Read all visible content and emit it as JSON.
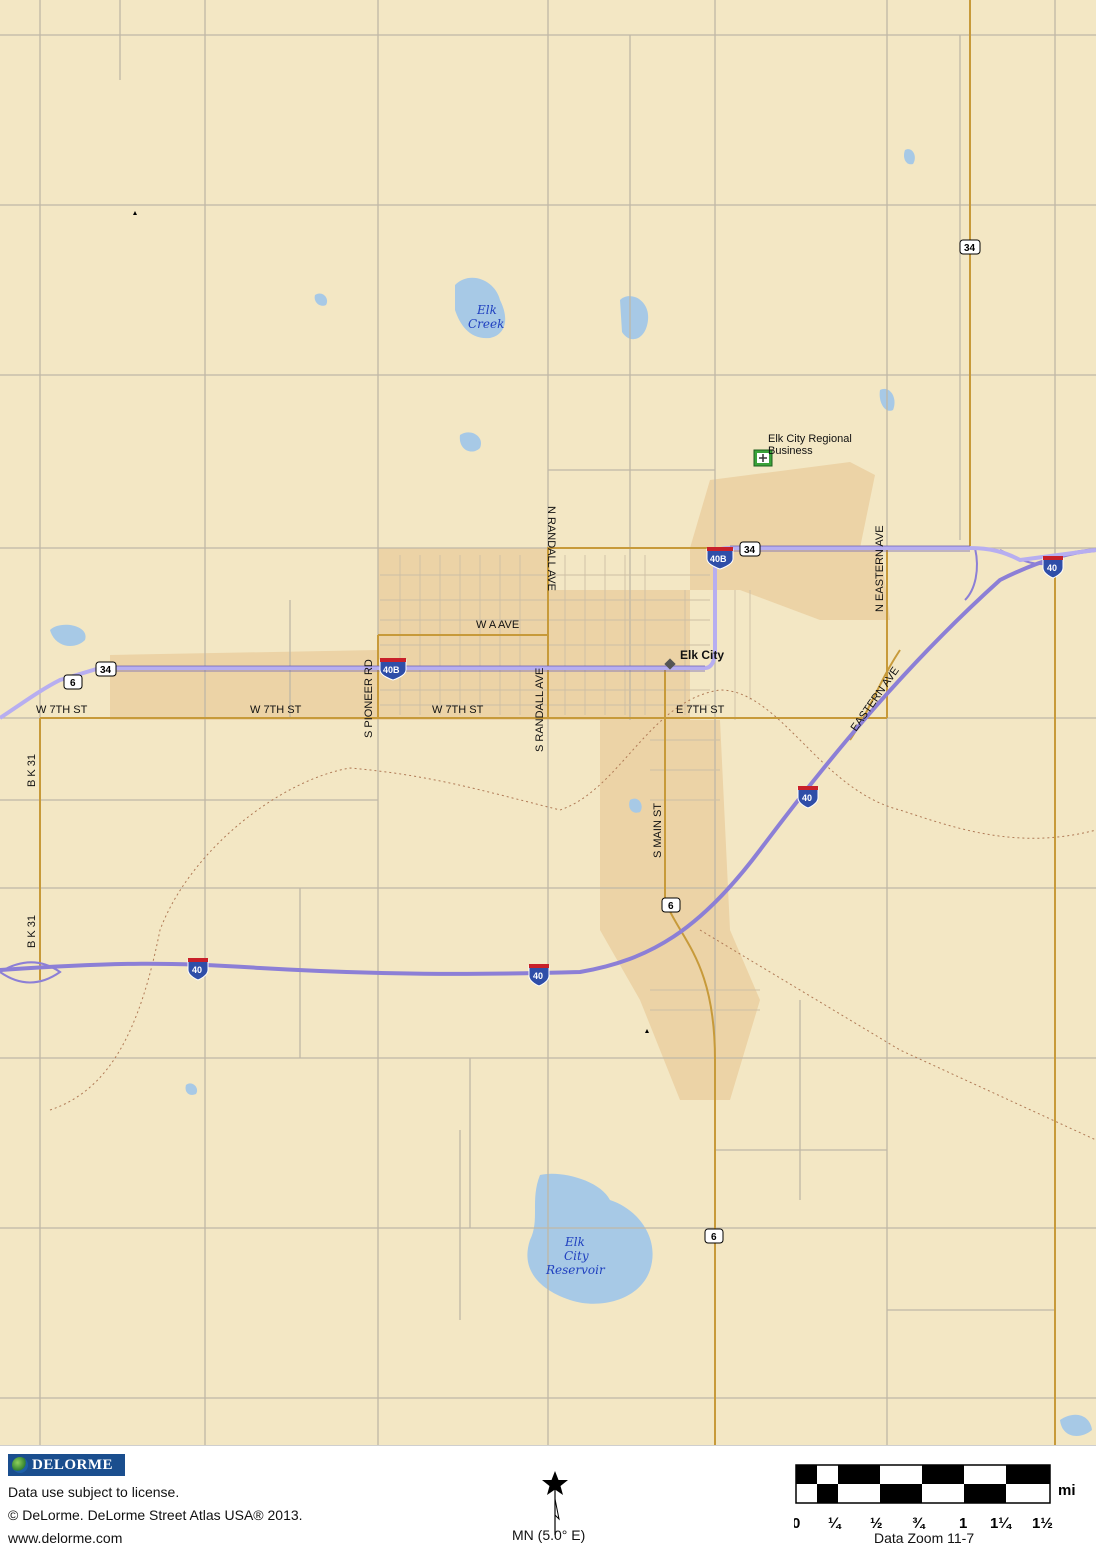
{
  "map": {
    "place_labels": {
      "city": "Elk City",
      "airport": [
        "Elk City Regional",
        "Business"
      ]
    },
    "water_labels": {
      "elk_creek": [
        "Elk",
        "Creek"
      ],
      "reservoir": [
        "Elk",
        "City",
        "Reservoir"
      ]
    },
    "street_labels": {
      "w7th_a": "W 7TH ST",
      "w7th_b": "W 7TH ST",
      "w7th_c": "W 7TH ST",
      "e7th": "E 7TH ST",
      "wa_ave": "W A AVE",
      "pioneer": "S PIONEER RD",
      "s_randall": "S RANDALL AVE",
      "n_randall": "N RANDALL AVE",
      "n_eastern": "N EASTERN AVE",
      "eastern": "EASTERN AVE",
      "s_main": "S MAIN ST",
      "bk31_a": "B K 31",
      "bk31_b": "B K 31"
    },
    "shields": {
      "i40": "40",
      "i40b": "40B",
      "us6": "6",
      "sh34": "34"
    },
    "colors": {
      "land": "#f3e7c4",
      "urban": "#ecd3a6",
      "water": "#a7c9e6",
      "interstate": "#8c7fd6",
      "highway": "#c79a3a",
      "road": "#bfb7a6"
    }
  },
  "footer": {
    "brand": "DELORME",
    "license": "Data use subject to license.",
    "copyright": "© DeLorme. DeLorme Street Atlas USA® 2013.",
    "website": "www.delorme.com",
    "north_label": "MN (5.0° E)",
    "scale_unit": "mi",
    "scale_ticks": [
      "0",
      "¼",
      "½",
      "¾",
      "1",
      "1¼",
      "1½"
    ],
    "zoom": "Data Zoom 11-7"
  }
}
